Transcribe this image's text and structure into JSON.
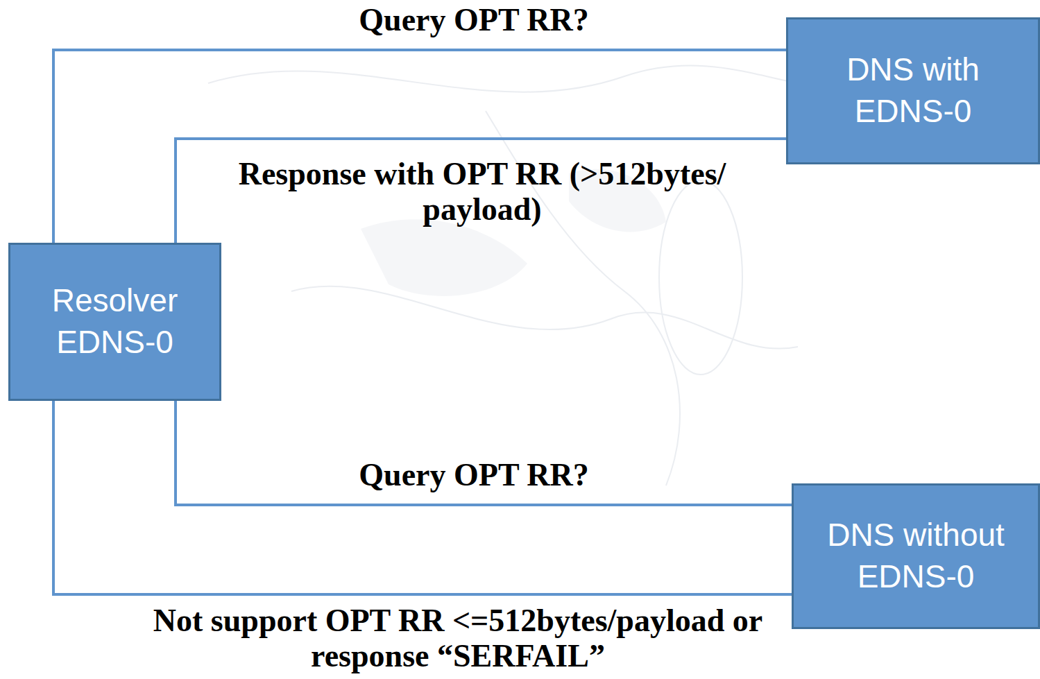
{
  "diagram": {
    "nodes": [
      {
        "text": [
          "DNS with EDNS-0"
        ]
      },
      {
        "text": [
          "Resolver EDNS-0"
        ]
      },
      {
        "text": [
          "DNS without EDNS-0"
        ]
      }
    ],
    "edges": [
      {
        "from": 1,
        "to": 0,
        "arrow": "none",
        "label": "Query OPT RR?"
      },
      {
        "from": 0,
        "to": 1,
        "arrow": "none",
        "label": "Response with OPT RR (>512bytes/ payload)"
      },
      {
        "from": 1,
        "to": 2,
        "arrow": "none",
        "label": "Query OPT RR?"
      },
      {
        "from": 2,
        "to": 1,
        "arrow": "none",
        "label": "Not support OPT RR <=512bytes/payload or response “SERFAIL”"
      }
    ]
  }
}
